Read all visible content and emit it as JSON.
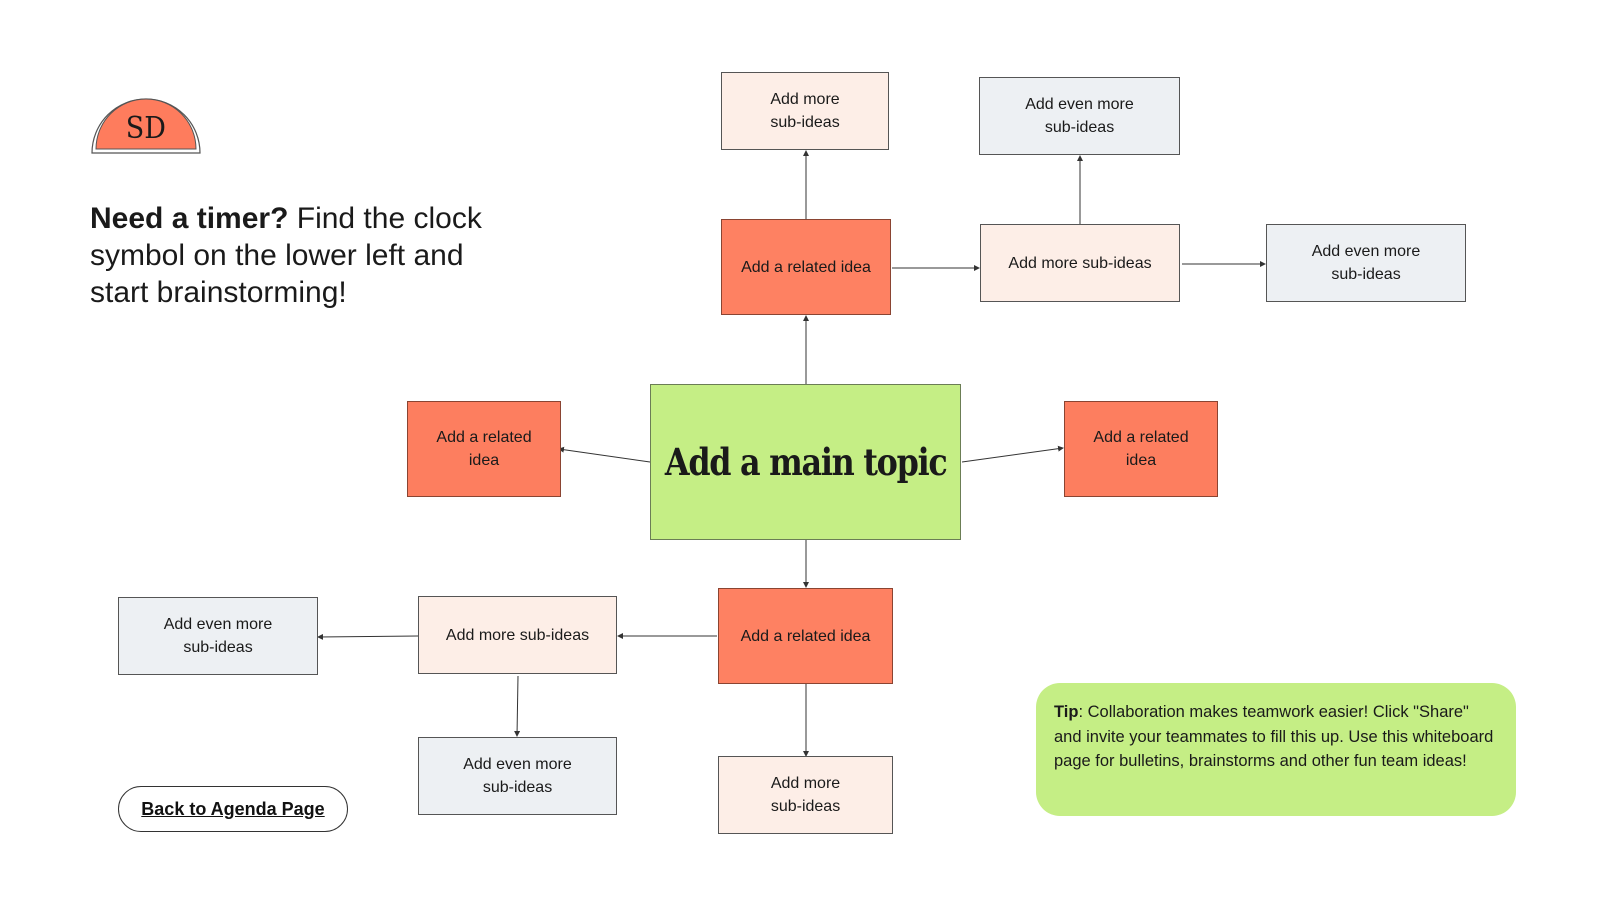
{
  "logo": {
    "text": "SD",
    "color": "#fe7c5d"
  },
  "heading": {
    "bold": "Need a timer?",
    "rest": " Find the clock symbol on the lower left and start brainstorming!"
  },
  "main_topic": "Add a main topic",
  "nodes": {
    "related_top": "Add a related idea",
    "related_left": "Add a related idea",
    "related_right": "Add a related idea",
    "related_bottom": "Add a related idea",
    "sub_top": "Add more sub-ideas",
    "sub_right_of_top": "Add more sub-ideas",
    "sub_left_of_bottom": "Add more sub-ideas",
    "sub_below_bottom": "Add more sub-ideas",
    "even_above_sub": "Add even more sub-ideas",
    "even_right_of_sub": "Add even more sub-ideas",
    "even_left_of_sub": "Add even more sub-ideas",
    "even_below_sub": "Add even more sub-ideas"
  },
  "back_button": "Back to Agenda Page",
  "tip": {
    "label": "Tip",
    "text": ": Collaboration makes teamwork easier! Click \"Share\" and invite your teammates to fill this up. Use this whiteboard page for bulletins, brainstorms and other fun team ideas!"
  },
  "colors": {
    "main_topic": "#c5ee85",
    "related_idea": "#fe8162",
    "sub_idea": "#fdeee7",
    "even_more": "#edf0f3",
    "tip_background": "#c5ee85"
  }
}
